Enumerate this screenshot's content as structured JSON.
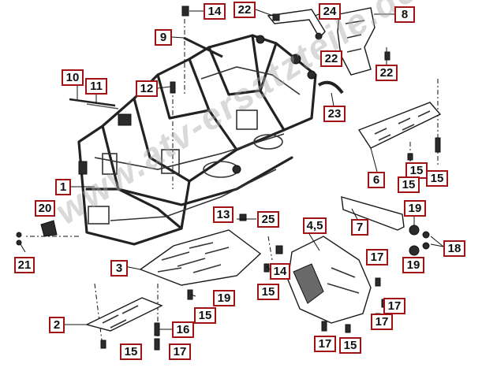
{
  "watermark": "www.atv-ersatzteile.de",
  "callouts": [
    "14",
    "22",
    "24",
    "8",
    "9",
    "22",
    "22",
    "10",
    "11",
    "12",
    "23",
    "6",
    "15",
    "15",
    "15",
    "1",
    "7",
    "19",
    "20",
    "25",
    "4,5",
    "19",
    "18",
    "21",
    "13",
    "3",
    "14",
    "15",
    "17",
    "19",
    "15",
    "17",
    "2",
    "16",
    "15",
    "17",
    "17",
    "15",
    "17"
  ]
}
